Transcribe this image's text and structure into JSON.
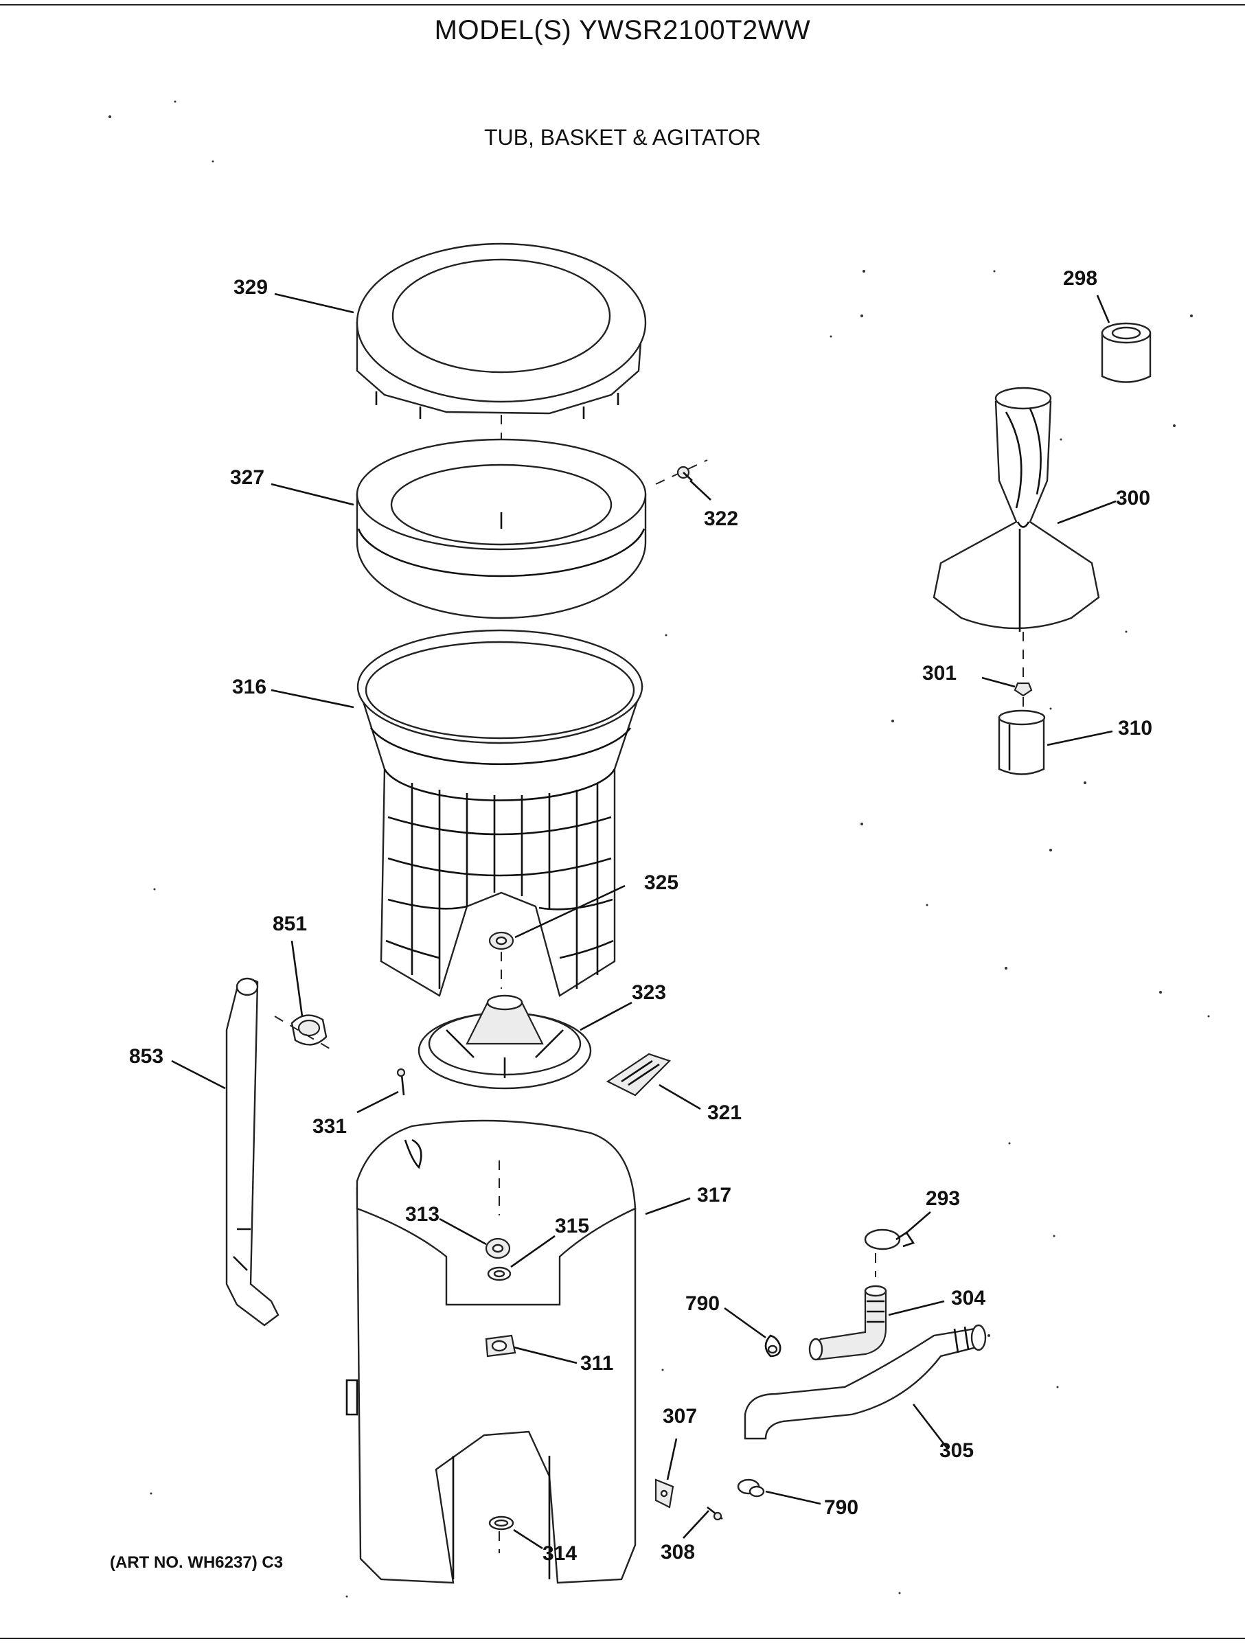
{
  "header": {
    "model": "MODEL(S) YWSR2100T2WW",
    "section": "TUB, BASKET & AGITATOR"
  },
  "footer": {
    "art_number": "(ART NO. WH6237) C3"
  },
  "parts": [
    {
      "id": "329",
      "name": "tub-cover-ring"
    },
    {
      "id": "327",
      "name": "balance-ring"
    },
    {
      "id": "322",
      "name": "screw"
    },
    {
      "id": "316",
      "name": "wash-basket"
    },
    {
      "id": "325",
      "name": "basket-nut"
    },
    {
      "id": "298",
      "name": "agitator-cap"
    },
    {
      "id": "300",
      "name": "agitator"
    },
    {
      "id": "301",
      "name": "agitator-bolt"
    },
    {
      "id": "310",
      "name": "agitator-adapter"
    },
    {
      "id": "851",
      "name": "hose-connector"
    },
    {
      "id": "853",
      "name": "air-dome-tube"
    },
    {
      "id": "323",
      "name": "basket-drive-hub"
    },
    {
      "id": "331",
      "name": "screw"
    },
    {
      "id": "321",
      "name": "filter-screen"
    },
    {
      "id": "317",
      "name": "outer-tub"
    },
    {
      "id": "313",
      "name": "tub-nut"
    },
    {
      "id": "315",
      "name": "washer"
    },
    {
      "id": "311",
      "name": "tub-seal"
    },
    {
      "id": "314",
      "name": "gasket"
    },
    {
      "id": "293",
      "name": "hose-clamp"
    },
    {
      "id": "304",
      "name": "drain-elbow"
    },
    {
      "id": "790",
      "name": "clip"
    },
    {
      "id": "305",
      "name": "drain-hose"
    },
    {
      "id": "307",
      "name": "bracket"
    },
    {
      "id": "308",
      "name": "screw"
    }
  ]
}
